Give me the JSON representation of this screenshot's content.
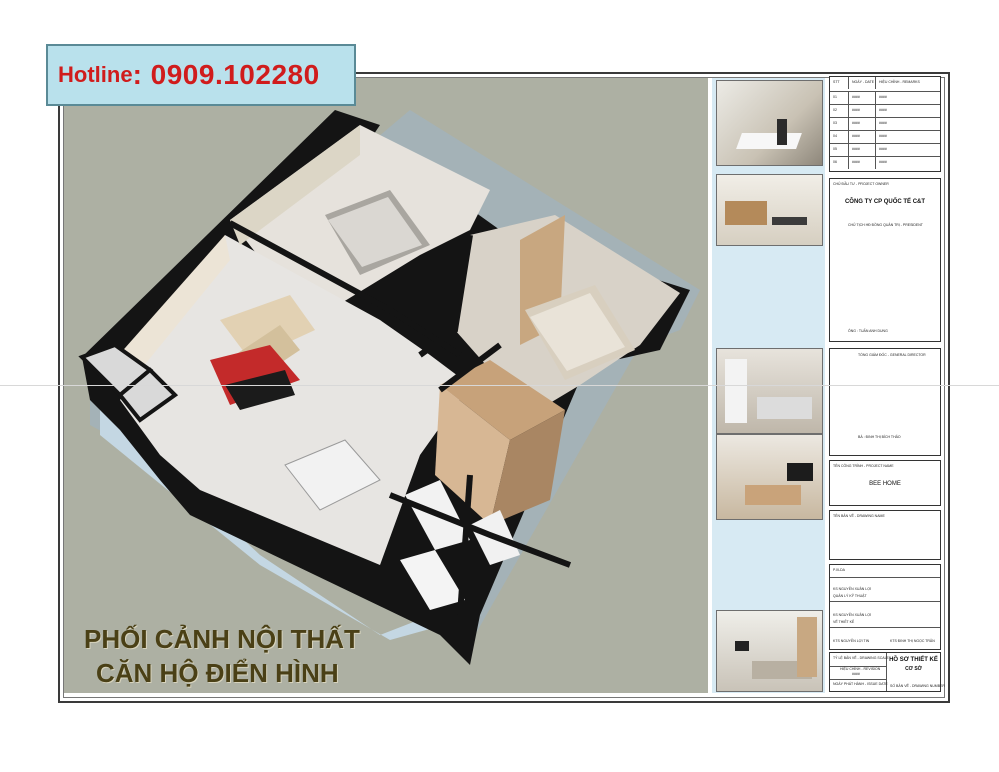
{
  "hotline": {
    "label": "Hotline",
    "number": ": 0909.102280"
  },
  "caption": {
    "line1": "PHỐI CẢNH NỘI THẤT",
    "line2": "CĂN HỘ ĐIỂN HÌNH"
  },
  "photos": [
    {
      "name": "photo-dining"
    },
    {
      "name": "photo-kitchen"
    },
    {
      "name": "photo-bedroom-1"
    },
    {
      "name": "photo-bedroom-2"
    },
    {
      "name": "photo-living"
    }
  ],
  "title_block": {
    "revision_header": [
      "STT",
      "NGÀY - DATE",
      "HIỆU CHỈNH - REMARKS"
    ],
    "revision_rows": [
      [
        "01",
        "####",
        "####"
      ],
      [
        "02",
        "####",
        "####"
      ],
      [
        "03",
        "####",
        "####"
      ],
      [
        "04",
        "####",
        "####"
      ],
      [
        "05",
        "####",
        "####"
      ],
      [
        "06",
        "####",
        "####"
      ]
    ],
    "owner_label": "CHỦ ĐẦU TƯ - PROJECT OWNER",
    "company": "CÔNG TY CP QUỐC TẾ C&T",
    "chairman": "CHỦ TỊCH HĐ ĐỒNG QUẢN TRỊ - PRESIDENT",
    "chairman_name": "ÔNG : TUẤN ANH DUNG",
    "director_label": "TỔNG GIÁM ĐỐC - GENERAL DIRECTOR",
    "director_name": "BÀ : ĐINH THỊ BÍCH THẢO",
    "project_label": "TÊN CÔNG TRÌNH - PROJECT NAME",
    "project": "BEE HOME",
    "drawing_label": "TÊN BẢN VẼ - DRAWING NAME",
    "design_label": "P.XLDA",
    "designer1": "KS NGUYỄN XUÂN LỢI",
    "manager_label": "QUẢN LÝ KỸ THUẬT",
    "designer2": "KS NGUYỄN XUÂN LỢI",
    "draw_label": "VẼ THIẾT KẾ",
    "drafter": "KTS  NGUYỄN LỢI TIN",
    "drafter2": "KTS ĐINH THỊ NGỌC TRÂN",
    "scale_label": "TỶ LỆ BẢN VẼ - DRAWING SCALE",
    "rev_label": "HIỆU CHỈNH - REVISION",
    "rev_value": "####",
    "date_label": "NGÀY PHÁT HÀNH - ISSUE DATE",
    "stamp": "HỒ SƠ THIẾT KẾ",
    "stamp2": "CƠ SỞ",
    "sheet_label": "SỐ BẢN VẼ - DRAWING NUMBER"
  }
}
